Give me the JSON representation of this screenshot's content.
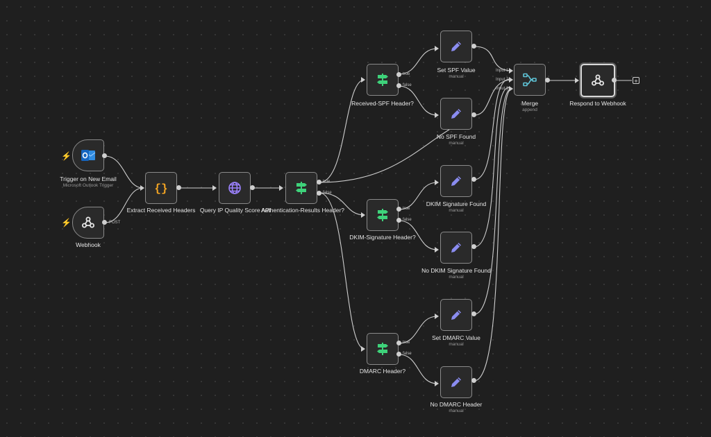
{
  "colors": {
    "background": "#1f1f1f",
    "node_bg": "#2a2a2a",
    "connector": "#cfcfcf",
    "trigger_bolt": "#ff6d5a",
    "if_icon": "#3ed27a",
    "set_icon": "#8a8cf0",
    "code_icon": "#f5a623",
    "http_icon": "#9c82ff",
    "merge_icon": "#5fc5d8",
    "outlook_icon": "#2f8be0"
  },
  "nodes": {
    "trigger_email": {
      "name": "Trigger on New Email",
      "subtitle": "Microsoft Outlook Trigger",
      "icon": "outlook-icon"
    },
    "webhook": {
      "name": "Webhook",
      "output_label": "POST",
      "icon": "webhook-icon"
    },
    "extract": {
      "name": "Extract Received Headers",
      "icon": "code-braces-icon"
    },
    "query_ip": {
      "name": "Query IP Quality Score API",
      "icon": "globe-icon"
    },
    "auth_results": {
      "name": "Authentication-Results Header?",
      "true_label": "true",
      "false_label": "false",
      "icon": "if-signpost-icon"
    },
    "received_spf": {
      "name": "Received-SPF Header?",
      "true_label": "true",
      "false_label": "false",
      "icon": "if-signpost-icon"
    },
    "dkim": {
      "name": "DKIM-Signature Header?",
      "true_label": "true",
      "false_label": "false",
      "icon": "if-signpost-icon"
    },
    "dmarc": {
      "name": "DMARC Header?",
      "true_label": "true",
      "false_label": "false",
      "icon": "if-signpost-icon"
    },
    "set_spf": {
      "name": "Set SPF Value",
      "subtitle": "manual",
      "icon": "pencil-icon"
    },
    "no_spf": {
      "name": "No SPF Found",
      "subtitle": "manual",
      "icon": "pencil-icon"
    },
    "dkim_found": {
      "name": "DKIM Signature Found",
      "subtitle": "manual",
      "icon": "pencil-icon"
    },
    "no_dkim": {
      "name": "No DKIM Signature Found",
      "subtitle": "manual",
      "icon": "pencil-icon"
    },
    "set_dmarc": {
      "name": "Set DMARC Value",
      "subtitle": "manual",
      "icon": "pencil-icon"
    },
    "no_dmarc": {
      "name": "No DMARC Header",
      "subtitle": "manual",
      "icon": "pencil-icon"
    },
    "merge": {
      "name": "Merge",
      "subtitle": "append",
      "input1": "Input 1",
      "input2": "Input 2",
      "input3": "Input 3",
      "icon": "merge-icon"
    },
    "respond": {
      "name": "Respond to Webhook",
      "icon": "webhook-icon"
    }
  },
  "add_button": "+"
}
